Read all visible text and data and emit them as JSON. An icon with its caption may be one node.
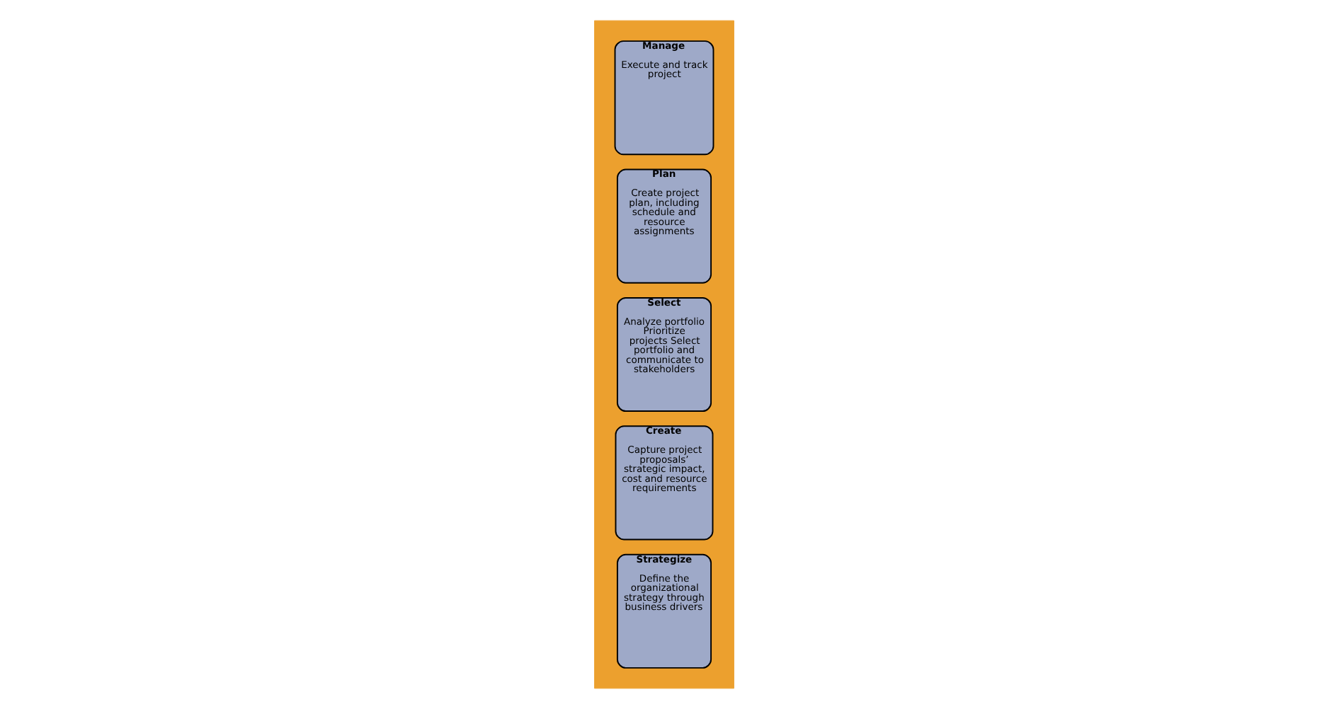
{
  "diagram": {
    "nodes": [
      {
        "text": [],
        "shape": "arrow"
      },
      {
        "text": [
          "Strategize",
          "Define the organizational strategy through business drivers"
        ],
        "in": 0
      },
      {
        "text": [
          "Create",
          "Capture project proposals’ strategic impact, cost and resource requirements"
        ],
        "in": 0
      },
      {
        "text": [
          "Select",
          "Analyze portfolio Prioritize projects Select portfolio and communicate to stakeholders"
        ],
        "in": 0
      },
      {
        "text": [
          "Plan",
          "Create project plan, including schedule and resource assignments"
        ],
        "in": 0
      },
      {
        "text": [
          "Manage",
          "Execute and track project"
        ],
        "in": 0
      }
    ]
  }
}
